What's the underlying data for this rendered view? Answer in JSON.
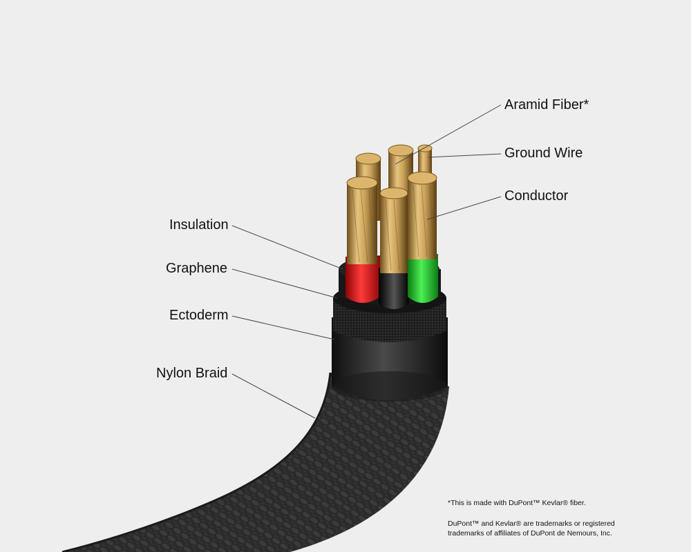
{
  "labels": {
    "aramid_fiber": "Aramid Fiber*",
    "ground_wire": "Ground Wire",
    "conductor": "Conductor",
    "insulation": "Insulation",
    "graphene": "Graphene",
    "ectoderm": "Ectoderm",
    "nylon_braid": "Nylon Braid"
  },
  "footnotes": {
    "kevlar_note": "*This is made with DuPont™ Kevlar® fiber.",
    "trademark_line1": "DuPont™ and Kevlar® are trademarks or registered",
    "trademark_line2": "trademarks of affiliates of DuPont de Nemours, Inc."
  },
  "colors": {
    "background": "#eeeeee",
    "braid": "#262626",
    "jacket": "#1c1c1c",
    "copper": "#c9a25a",
    "insulation_red": "#e01414",
    "insulation_black": "#111111",
    "insulation_green": "#1fbf2a",
    "leader_line": "#444444"
  }
}
